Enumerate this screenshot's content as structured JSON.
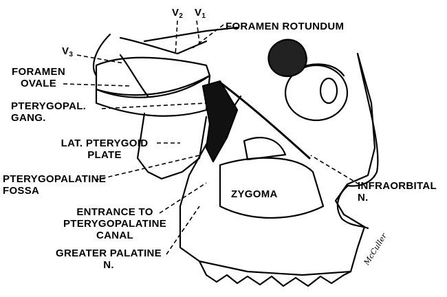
{
  "diagram": {
    "labels": {
      "v2": {
        "main": "V",
        "sub": "2"
      },
      "v1": {
        "main": "V",
        "sub": "1"
      },
      "v3": {
        "main": "V",
        "sub": "3"
      },
      "foramen_rotundum": "FORAMEN ROTUNDUM",
      "foramen_ovale": [
        "FORAMEN",
        "OVALE"
      ],
      "pterygopal_gang": [
        "PTERYGOPAL.",
        "GANG."
      ],
      "lat_pterygoid_plate": [
        "LAT. PTERYGOID",
        "PLATE"
      ],
      "pterygopalatine_fossa": [
        "PTERYGOPALATINE",
        "FOSSA"
      ],
      "entrance_canal": [
        "ENTRANCE TO",
        "PTERYGOPALATINE",
        "CANAL"
      ],
      "greater_palatine": [
        "GREATER PALATINE",
        "N."
      ],
      "zygoma": "ZYGOMA",
      "infraorbital": [
        "INFRAORBITAL",
        "N."
      ]
    },
    "signature": "McCuller"
  }
}
